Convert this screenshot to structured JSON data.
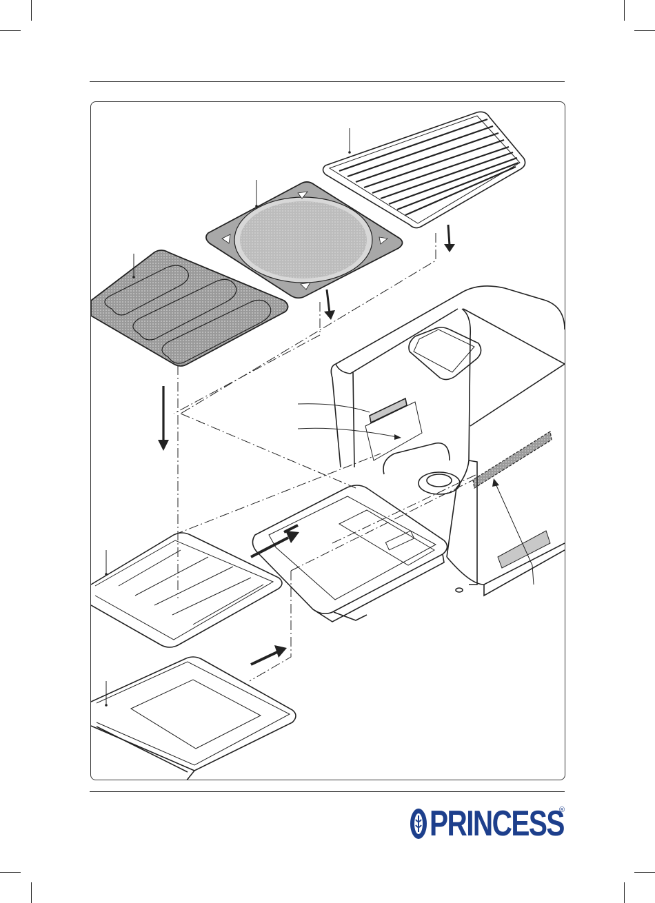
{
  "brand": {
    "name": "PRINCESS",
    "registered_mark": "®",
    "color": "#1d3f8c"
  },
  "figure": {
    "parts": [
      "wire-rack",
      "pizza-tray",
      "baguette-tray",
      "grill-plate",
      "baking-tray",
      "oven"
    ],
    "line_color": "#222222",
    "tray_fill": "#a8a8a8"
  }
}
